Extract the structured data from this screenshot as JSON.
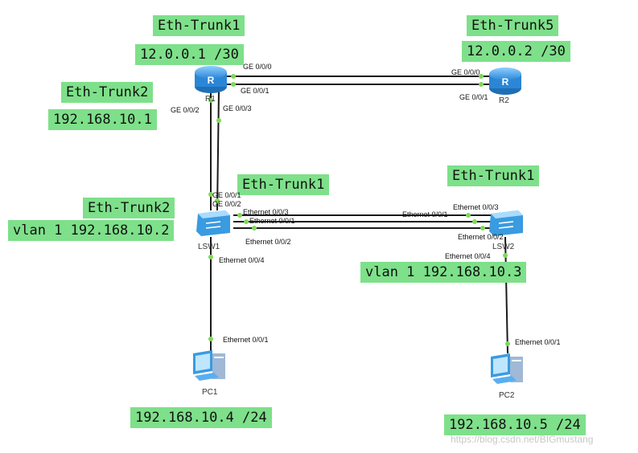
{
  "labels": {
    "r1_trunk": "Eth-Trunk1",
    "r1_ip": "12.0.0.1 /30",
    "r1_trunk2": "Eth-Trunk2",
    "r1_ip2": "192.168.10.1",
    "r2_trunk": "Eth-Trunk5",
    "r2_ip": "12.0.0.2 /30",
    "lsw1_trunk1": "Eth-Trunk1",
    "lsw1_trunk2": "Eth-Trunk2",
    "lsw1_vlan": "vlan 1 192.168.10.2",
    "lsw2_trunk1": "Eth-Trunk1",
    "lsw2_vlan": "vlan 1 192.168.10.3",
    "pc1_ip": "192.168.10.4 /24",
    "pc2_ip": "192.168.10.5 /24"
  },
  "devices": {
    "r1": "R1",
    "r2": "R2",
    "lsw1": "LSW1",
    "lsw2": "LSW2",
    "pc1": "PC1",
    "pc2": "PC2"
  },
  "ports": {
    "r1_ge000": "GE 0/0/0",
    "r1_ge001": "GE 0/0/1",
    "r1_ge002": "GE 0/0/2",
    "r1_ge003": "GE 0/0/3",
    "r2_ge000": "GE 0/0/0",
    "r2_ge001": "GE 0/0/1",
    "lsw1_ge001": "GE 0/0/1",
    "lsw1_ge002": "GE 0/0/2",
    "lsw1_e003": "Ethernet 0/0/3",
    "lsw1_e001": "Ethernet 0/0/1",
    "lsw1_e002": "Ethernet 0/0/2",
    "lsw1_e004": "Ethernet 0/0/4",
    "lsw2_e001": "Ethernet 0/0/1",
    "lsw2_e003": "Ethernet 0/0/3",
    "lsw2_e002": "Ethernet 0/0/2",
    "lsw2_e004": "Ethernet 0/0/4",
    "pc1_e001": "Ethernet 0/0/1",
    "pc2_e001": "Ethernet 0/0/1"
  },
  "watermark": "https://blog.csdn.net/BIGmustang",
  "colors": {
    "tag_bg": "#7ee08a",
    "link": "#1a1a1a",
    "port_dot": "#7ed957",
    "device_blue": "#3a9be0"
  }
}
